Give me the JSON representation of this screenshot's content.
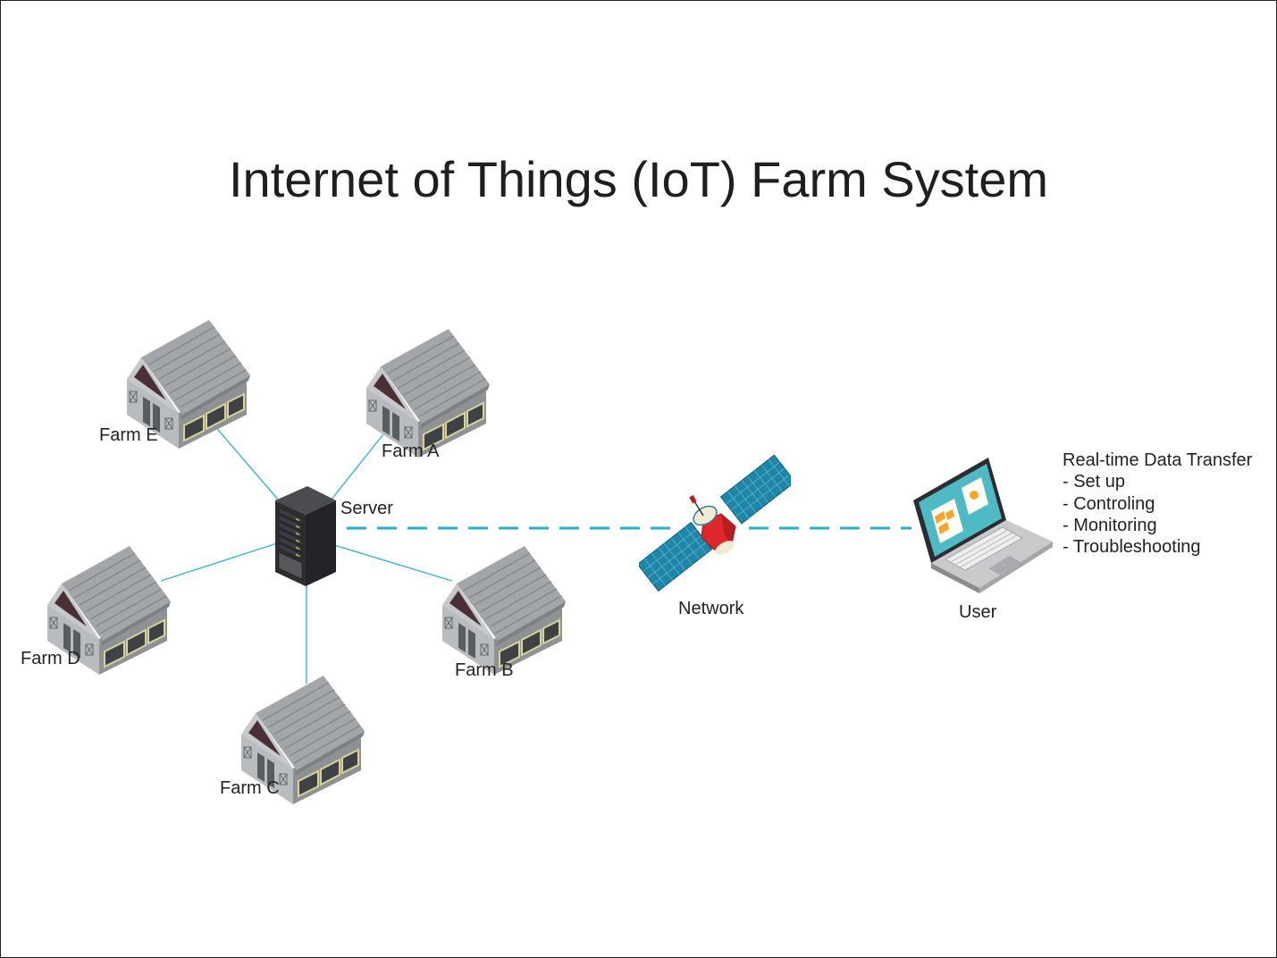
{
  "title": "Internet of Things (IoT) Farm System",
  "nodes": {
    "server": {
      "label": "Server",
      "icon": "server-rack-icon"
    },
    "network": {
      "label": "Network",
      "icon": "satellite-icon"
    },
    "user": {
      "label": "User",
      "icon": "laptop-icon"
    },
    "farms": [
      {
        "id": "farm-a",
        "label": "Farm A",
        "icon": "barn-icon"
      },
      {
        "id": "farm-b",
        "label": "Farm B",
        "icon": "barn-icon"
      },
      {
        "id": "farm-c",
        "label": "Farm C",
        "icon": "barn-icon"
      },
      {
        "id": "farm-d",
        "label": "Farm D",
        "icon": "barn-icon"
      },
      {
        "id": "farm-e",
        "label": "Farm E",
        "icon": "barn-icon"
      }
    ]
  },
  "edges": [
    {
      "from": "server",
      "to": "farm-a",
      "style": "solid"
    },
    {
      "from": "server",
      "to": "farm-b",
      "style": "solid"
    },
    {
      "from": "server",
      "to": "farm-c",
      "style": "solid"
    },
    {
      "from": "server",
      "to": "farm-d",
      "style": "solid"
    },
    {
      "from": "server",
      "to": "farm-e",
      "style": "solid"
    },
    {
      "from": "server",
      "to": "network",
      "style": "dashed"
    },
    {
      "from": "network",
      "to": "user",
      "style": "dashed"
    }
  ],
  "user_note": {
    "heading": "Real-time Data Transfer",
    "items": [
      "- Set up",
      "- Controling",
      "- Monitoring",
      "- Troubleshooting"
    ]
  },
  "colors": {
    "link": "#3bb3cf",
    "dashed_link": "#2aaecb",
    "roof": "#9a9ea2",
    "wall": "#b4b7ba",
    "solar": "#1f86a8",
    "satellite_body": "#e0272b",
    "screen": "#4fb9c4"
  }
}
